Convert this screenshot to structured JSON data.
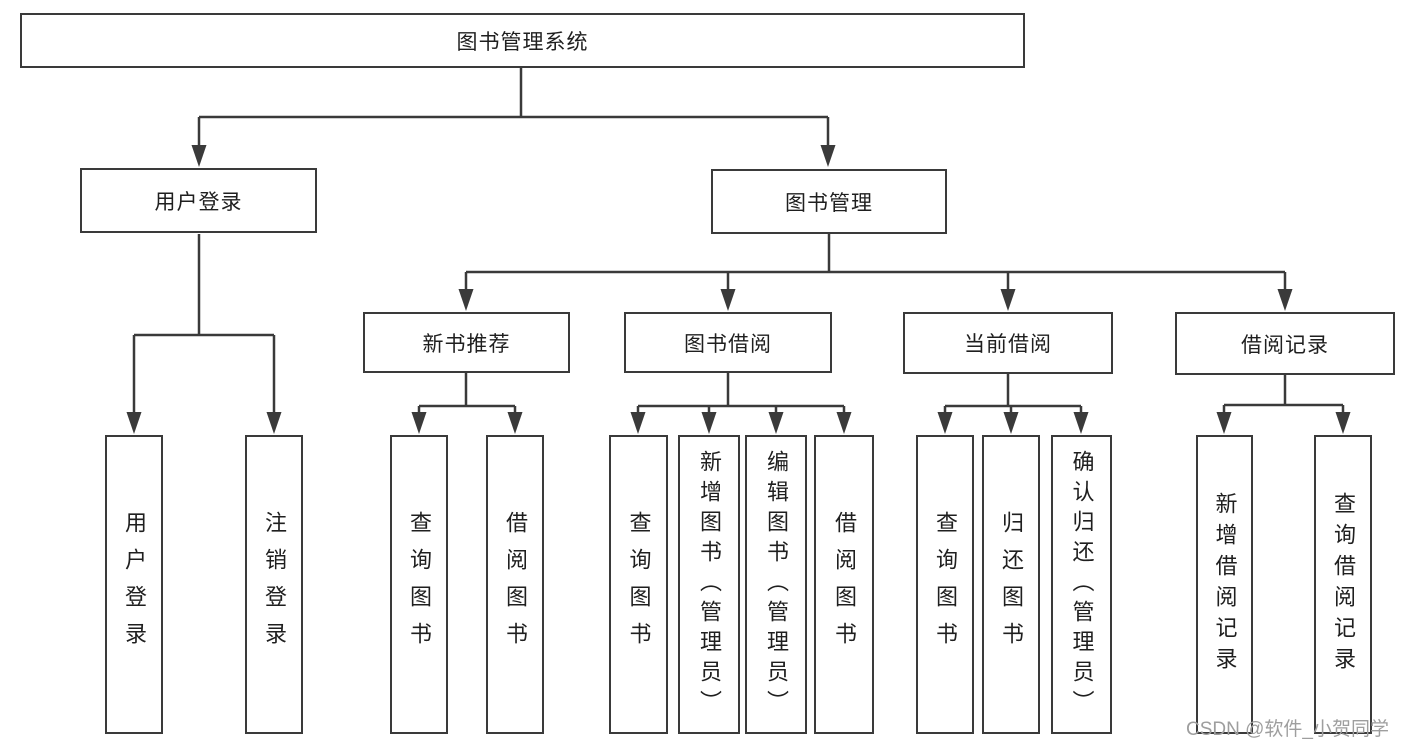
{
  "diagram": {
    "root": {
      "label": "图书管理系统"
    },
    "level2": [
      {
        "label": "用户登录"
      },
      {
        "label": "图书管理"
      }
    ],
    "level3": [
      {
        "label": "新书推荐"
      },
      {
        "label": "图书借阅"
      },
      {
        "label": "当前借阅"
      },
      {
        "label": "借阅记录"
      }
    ],
    "leaves": {
      "user_login": [
        "用户登录",
        "注销登录"
      ],
      "new_book_recommend": [
        "查询图书",
        "借阅图书"
      ],
      "book_borrow": [
        "查询图书",
        "新增图书（管理员）",
        "编辑图书（管理员）",
        "借阅图书"
      ],
      "current_borrow": [
        "查询图书",
        "归还图书",
        "确认归还（管理员）"
      ],
      "borrow_records": [
        "新增借阅记录",
        "查询借阅记录"
      ]
    }
  },
  "watermark": {
    "text": "CSDN @软件_小贺同学"
  },
  "colors": {
    "line": "#3a3a3a",
    "text": "#1f1f1f",
    "watermark": "#9e9e9e",
    "background": "#ffffff"
  }
}
